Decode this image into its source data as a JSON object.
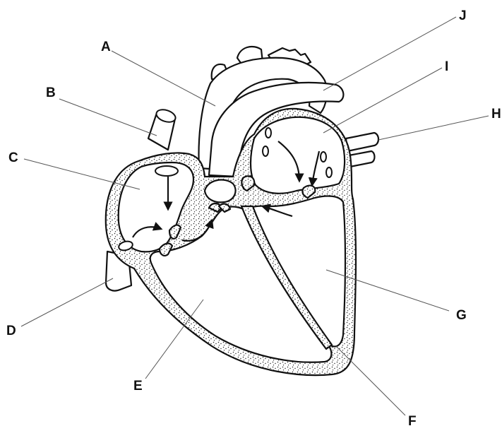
{
  "labels": {
    "A": "A",
    "B": "B",
    "C": "C",
    "D": "D",
    "E": "E",
    "F": "F",
    "G": "G",
    "H": "H",
    "I": "I",
    "J": "J"
  },
  "colors": {
    "ink": "#111111",
    "stipple": "#222222",
    "background": "#ffffff",
    "leader": "#555555"
  }
}
